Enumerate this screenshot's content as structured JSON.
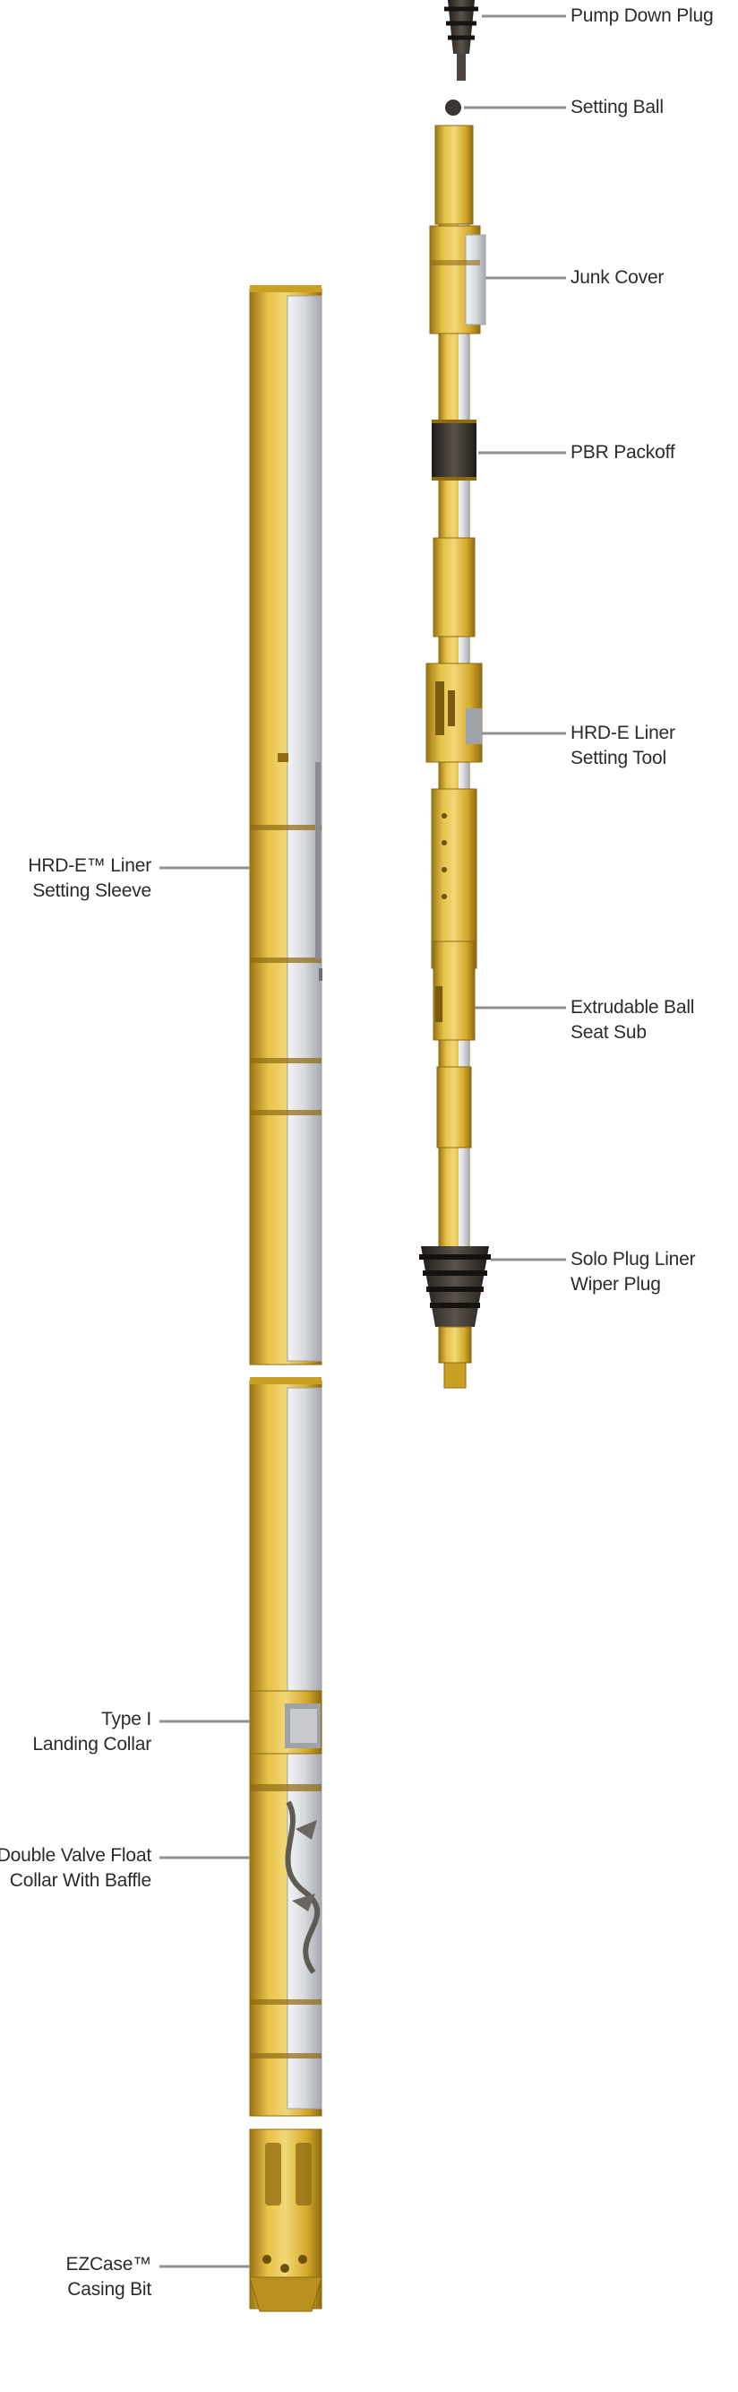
{
  "right_labels": [
    {
      "id": "pump-down-plug",
      "lines": [
        "Pump Down Plug"
      ]
    },
    {
      "id": "setting-ball",
      "lines": [
        "Setting Ball"
      ]
    },
    {
      "id": "junk-cover",
      "lines": [
        "Junk Cover"
      ]
    },
    {
      "id": "pbr-packoff",
      "lines": [
        "PBR Packoff"
      ]
    },
    {
      "id": "hrd-e-liner-setting-tool",
      "lines": [
        "HRD-E Liner",
        "Setting Tool"
      ]
    },
    {
      "id": "extrudable-ball-seat-sub",
      "lines": [
        "Extrudable Ball",
        "Seat Sub"
      ]
    },
    {
      "id": "solo-plug-liner-wiper-plug",
      "lines": [
        "Solo Plug Liner",
        "Wiper Plug"
      ]
    }
  ],
  "left_labels": [
    {
      "id": "hrd-e-liner-setting-sleeve",
      "lines": [
        "HRD-E™ Liner",
        "Setting Sleeve"
      ]
    },
    {
      "id": "type-i-landing-collar",
      "lines": [
        "Type I",
        "Landing Collar"
      ]
    },
    {
      "id": "double-valve-float-collar",
      "lines": [
        "Double Valve Float",
        "Collar With Baffle"
      ]
    },
    {
      "id": "ezcase-casing-bit",
      "lines": [
        "EZCase™",
        "Casing Bit"
      ]
    }
  ],
  "colors": {
    "gold": "#d9b030",
    "gold_dark": "#a9821a",
    "gold_light": "#f0d26a",
    "steel": "#d6d8dc",
    "steel_dark": "#9ea3aa",
    "rubber": "#3a3530",
    "leader": "#8a8a8a"
  },
  "icons": [
    "casing-string",
    "running-tool-string"
  ]
}
